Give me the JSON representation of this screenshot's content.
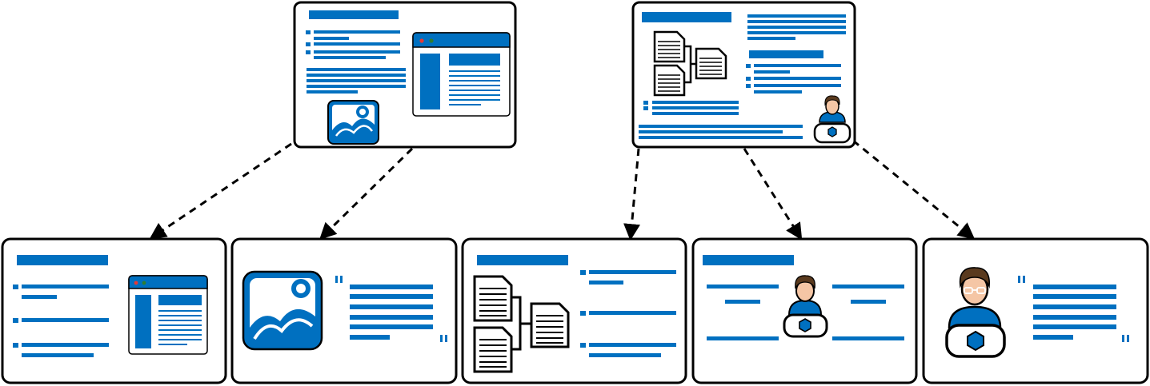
{
  "diagram": {
    "type": "slide-decomposition",
    "colors": {
      "accent": "#0070C0",
      "outline": "#000000",
      "background": "#ffffff",
      "skin": "#F5C6A5",
      "hair": "#5A3A1E",
      "window_red": "#E53935",
      "window_green": "#2E7D32"
    },
    "sources": [
      {
        "id": "source-slide-1",
        "contains": [
          "text-list",
          "browser-window-icon",
          "image-icon"
        ]
      },
      {
        "id": "source-slide-2",
        "contains": [
          "document-hierarchy-icon",
          "text-list",
          "person-icon"
        ]
      }
    ],
    "targets": [
      {
        "id": "slide-text-and-window",
        "from": "source-slide-1",
        "icons": [
          "browser-window-icon"
        ]
      },
      {
        "id": "slide-image-quote",
        "from": "source-slide-1",
        "icons": [
          "image-icon",
          "quote-marks"
        ]
      },
      {
        "id": "slide-documents-list",
        "from": "source-slide-2",
        "icons": [
          "document-hierarchy-icon"
        ]
      },
      {
        "id": "slide-person-columns",
        "from": "source-slide-2",
        "icons": [
          "person-icon"
        ]
      },
      {
        "id": "slide-person-quote",
        "from": "source-slide-2",
        "icons": [
          "person-icon",
          "quote-marks"
        ]
      }
    ],
    "arrow_style": "dashed"
  }
}
